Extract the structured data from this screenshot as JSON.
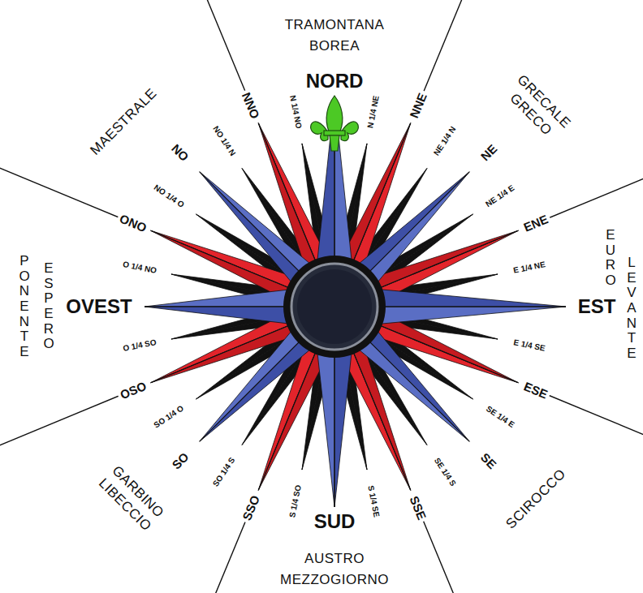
{
  "diagram": {
    "labels": [
      "TRAMONTANA",
      "BOREA",
      "NORD",
      "N 1/4 NE",
      "NNE",
      "NE 1/4 N",
      "NE",
      "NE 1/4 E",
      "ENE",
      "E 1/4 NE",
      "EST",
      "E 1/4 SE",
      "ESE",
      "SE 1/4 E",
      "SE",
      "SE 1/4 S",
      "SSE",
      "S 1/4 SE",
      "SUD",
      "S 1/4 SO",
      "SSO",
      "SO 1/4 S",
      "SO",
      "SO 1/4 O",
      "OSO",
      "O 1/4 SO",
      "OVEST",
      "O 1/4 NO",
      "ONO",
      "NO 1/4 O",
      "NO",
      "NO 1/4 N",
      "NNO",
      "N 1/4 NO",
      "GRECALE",
      "GRECO",
      "LEVANTE",
      "EURO",
      "SCIROCCO",
      "AUSTRO",
      "MEZZOGIORNO",
      "GARBINO",
      "LIBECCIO",
      "PONENTE",
      "ESPERO",
      "MAESTRALE"
    ]
  }
}
